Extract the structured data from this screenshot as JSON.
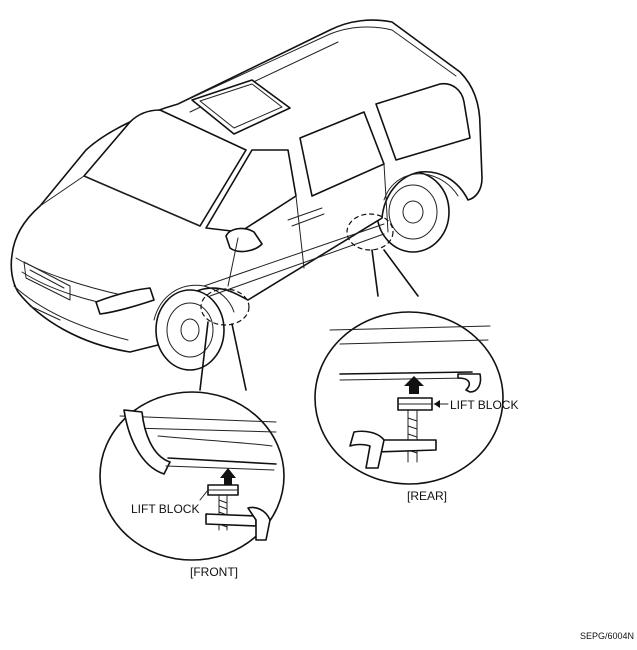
{
  "labels": {
    "front_lift_block": "LIFT BLOCK",
    "rear_lift_block": "LIFT BLOCK",
    "front_caption": "[FRONT]",
    "rear_caption": "[REAR]",
    "figure_code": "SEPG/6004N"
  }
}
